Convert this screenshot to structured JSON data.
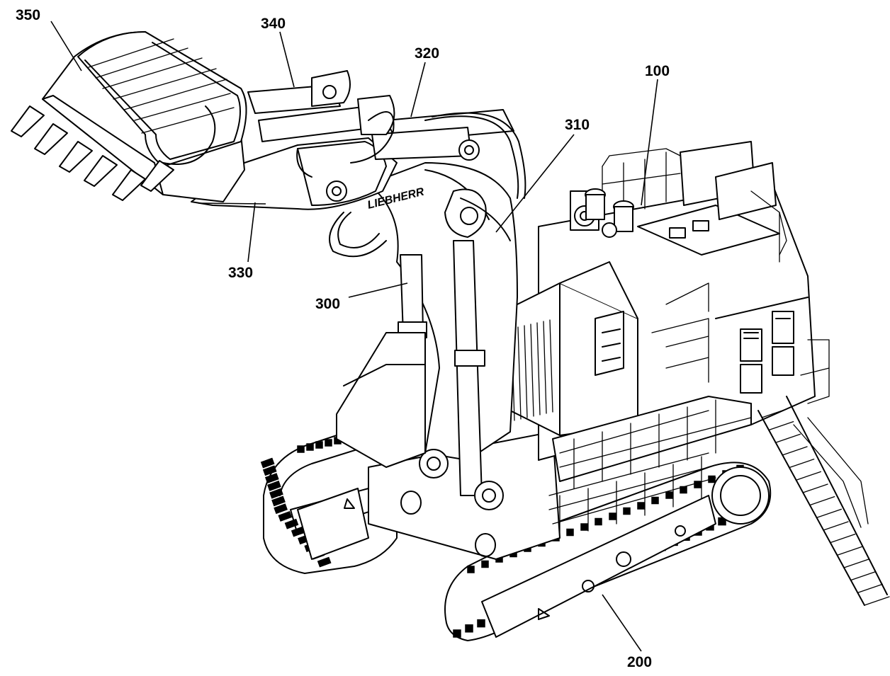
{
  "figure": {
    "labels": {
      "excavator": "100",
      "undercarriage": "200",
      "front_attachment": "300",
      "boom": "310",
      "boom_cylinder": "320",
      "stick": "330",
      "stick_cylinder": "340",
      "bucket": "350"
    },
    "brand_text": "LIEBHERR",
    "line_color": "#000000",
    "background": "#ffffff"
  }
}
